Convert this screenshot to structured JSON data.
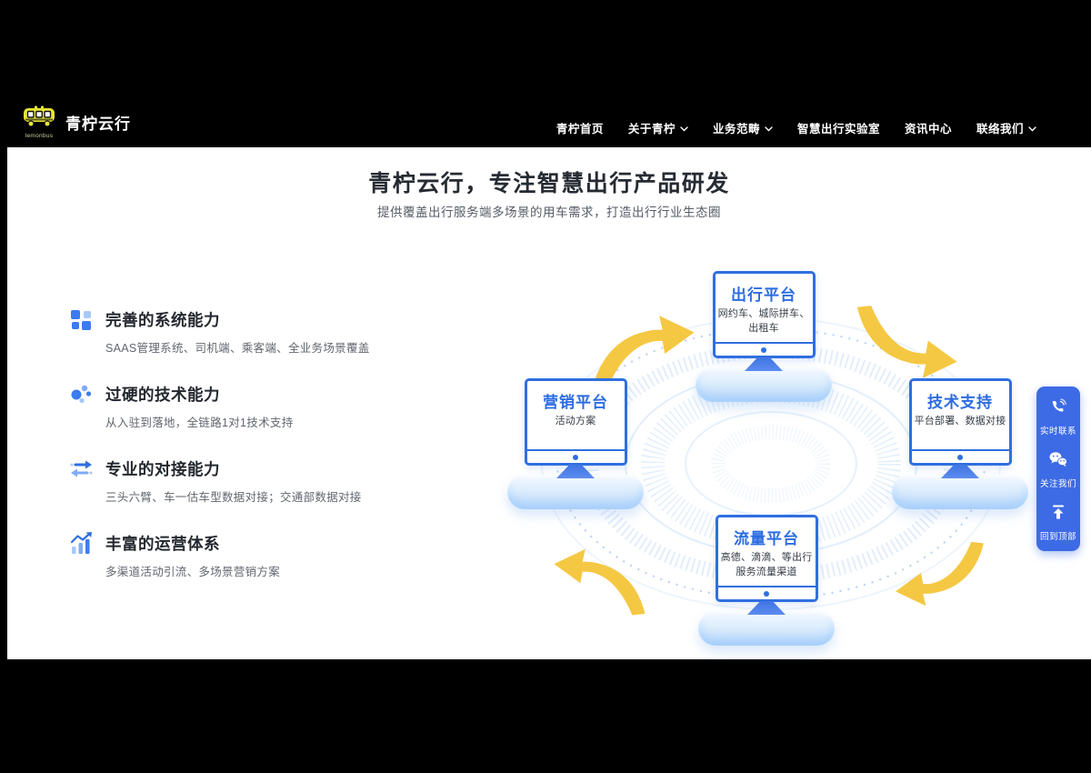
{
  "brand": {
    "name": "青柠云行",
    "sub": "lemonbus"
  },
  "nav": {
    "items": [
      {
        "label": "青柠首页",
        "dropdown": false
      },
      {
        "label": "关于青柠",
        "dropdown": true
      },
      {
        "label": "业务范畴",
        "dropdown": true
      },
      {
        "label": "智慧出行实验室",
        "dropdown": false
      },
      {
        "label": "资讯中心",
        "dropdown": false
      },
      {
        "label": "联络我们",
        "dropdown": true
      }
    ]
  },
  "hero": {
    "title": "青柠云行，专注智慧出行产品研发",
    "subtitle": "提供覆盖出行服务端多场景的用车需求，打造出行行业生态圈"
  },
  "features": [
    {
      "icon": "grid-squares-icon",
      "title": "完善的系统能力",
      "desc": "SAAS管理系统、司机端、乘客端、全业务场景覆盖"
    },
    {
      "icon": "dots-cluster-icon",
      "title": "过硬的技术能力",
      "desc": "从入驻到落地，全链路1对1技术支持"
    },
    {
      "icon": "swap-arrows-icon",
      "title": "专业的对接能力",
      "desc": "三头六臂、车一估车型数据对接；交通部数据对接"
    },
    {
      "icon": "chart-growth-icon",
      "title": "丰富的运营体系",
      "desc": "多渠道活动引流、多场景营销方案"
    }
  ],
  "diagram": {
    "platforms": [
      {
        "position": "top",
        "title": "出行平台",
        "desc": "网约车、城际拼车、出租车"
      },
      {
        "position": "left",
        "title": "营销平台",
        "desc": "活动方案"
      },
      {
        "position": "right",
        "title": "技术支持",
        "desc": "平台部署、数据对接"
      },
      {
        "position": "bottom",
        "title": "流量平台",
        "desc": "高德、滴滴、等出行服务流量渠道"
      }
    ]
  },
  "floatbar": {
    "items": [
      {
        "icon": "phone-icon",
        "label": "实时联系"
      },
      {
        "icon": "wechat-icon",
        "label": "关注我们"
      },
      {
        "icon": "back-to-top-icon",
        "label": "回到顶部"
      }
    ]
  },
  "colors": {
    "primary_blue": "#2F6FE0",
    "icon_blue": "#3B7CF0",
    "icon_blue_light": "#A8C8F8",
    "arrow_yellow": "#F5C843",
    "sidebar_blue": "#3D6BE5",
    "nav_bg": "#000000",
    "logo_yellow": "#E8E534"
  }
}
